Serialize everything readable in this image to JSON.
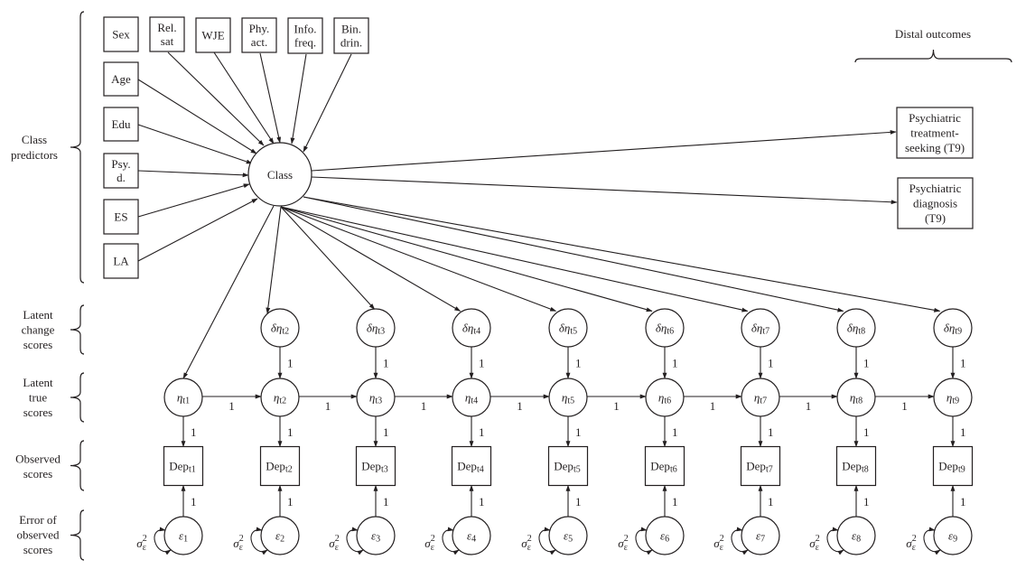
{
  "figure": {
    "class_predictors_label": [
      "Class",
      "predictors"
    ],
    "distal_outcomes_label": "Distal outcomes",
    "class_node_label": "Class",
    "predictors": [
      {
        "id": "sex",
        "lines": [
          "Sex"
        ],
        "has_arrow": false
      },
      {
        "id": "rel-sat",
        "lines": [
          "Rel.",
          "sat"
        ],
        "has_arrow": true
      },
      {
        "id": "wje",
        "lines": [
          "WJE"
        ],
        "has_arrow": true
      },
      {
        "id": "phy-act",
        "lines": [
          "Phy.",
          "act."
        ],
        "has_arrow": true
      },
      {
        "id": "info-freq",
        "lines": [
          "Info.",
          "freq."
        ],
        "has_arrow": true
      },
      {
        "id": "bin-drin",
        "lines": [
          "Bin.",
          "drin."
        ],
        "has_arrow": true
      },
      {
        "id": "age",
        "lines": [
          "Age"
        ],
        "has_arrow": true
      },
      {
        "id": "edu",
        "lines": [
          "Edu"
        ],
        "has_arrow": true
      },
      {
        "id": "psy-d",
        "lines": [
          "Psy.",
          "d."
        ],
        "has_arrow": true
      },
      {
        "id": "es",
        "lines": [
          "ES"
        ],
        "has_arrow": true
      },
      {
        "id": "la",
        "lines": [
          "LA"
        ],
        "has_arrow": true
      }
    ],
    "outcomes": [
      {
        "id": "treatment-seeking",
        "lines": [
          "Psychiatric",
          "treatment-",
          "seeking (T9)"
        ]
      },
      {
        "id": "diagnosis",
        "lines": [
          "Psychiatric",
          "diagnosis",
          "(T9)"
        ]
      }
    ],
    "row_labels": [
      {
        "id": "latent-change",
        "lines": [
          "Latent",
          "change",
          "scores"
        ]
      },
      {
        "id": "latent-true",
        "lines": [
          "Latent",
          "true",
          "scores"
        ]
      },
      {
        "id": "observed",
        "lines": [
          "Observed",
          "scores"
        ]
      },
      {
        "id": "error",
        "lines": [
          "Error of",
          "observed",
          "scores"
        ]
      }
    ],
    "time_points": [
      "t1",
      "t2",
      "t3",
      "t4",
      "t5",
      "t6",
      "t7",
      "t8",
      "t9"
    ],
    "error_indices": [
      "1",
      "2",
      "3",
      "4",
      "5",
      "6",
      "7",
      "8",
      "9"
    ],
    "symbols": {
      "delta": "δ",
      "eta": "η",
      "epsilon": "ε",
      "sigma": "σ",
      "dep": "Dep",
      "sq": "2"
    },
    "path_coefficient": "1"
  }
}
